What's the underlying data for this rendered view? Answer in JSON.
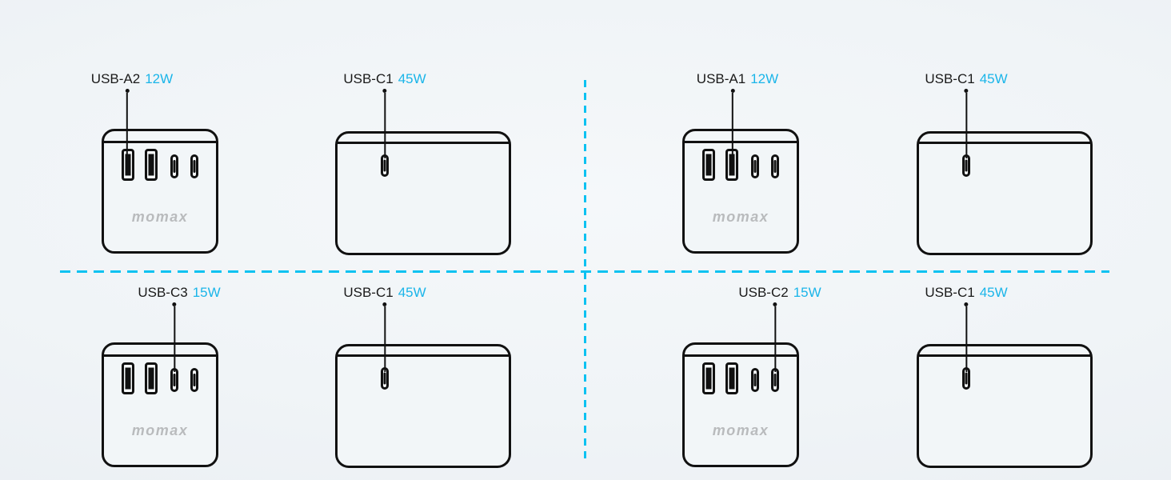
{
  "palette": {
    "accent_cyan": "#0bc2f1",
    "label_dark": "#1a1a1a",
    "outline_black": "#111111",
    "logo_gray": "#b9bbbd"
  },
  "logo_text": "momax",
  "quadrants": [
    {
      "name": "top-left",
      "charger_callout": {
        "port": "USB-A2",
        "watts": "12W",
        "points_to": "usb-a-port-1"
      },
      "powerbank_callout": {
        "port": "USB-C1",
        "watts": "45W",
        "points_to": "usb-c-port"
      }
    },
    {
      "name": "top-right",
      "charger_callout": {
        "port": "USB-A1",
        "watts": "12W",
        "points_to": "usb-a-port-2"
      },
      "powerbank_callout": {
        "port": "USB-C1",
        "watts": "45W",
        "points_to": "usb-c-port"
      }
    },
    {
      "name": "bottom-left",
      "charger_callout": {
        "port": "USB-C3",
        "watts": "15W",
        "points_to": "usb-c-port-3"
      },
      "powerbank_callout": {
        "port": "USB-C1",
        "watts": "45W",
        "points_to": "usb-c-port"
      }
    },
    {
      "name": "bottom-right",
      "charger_callout": {
        "port": "USB-C2",
        "watts": "15W",
        "points_to": "usb-c-port-4"
      },
      "powerbank_callout": {
        "port": "USB-C1",
        "watts": "45W",
        "points_to": "usb-c-port"
      }
    }
  ]
}
